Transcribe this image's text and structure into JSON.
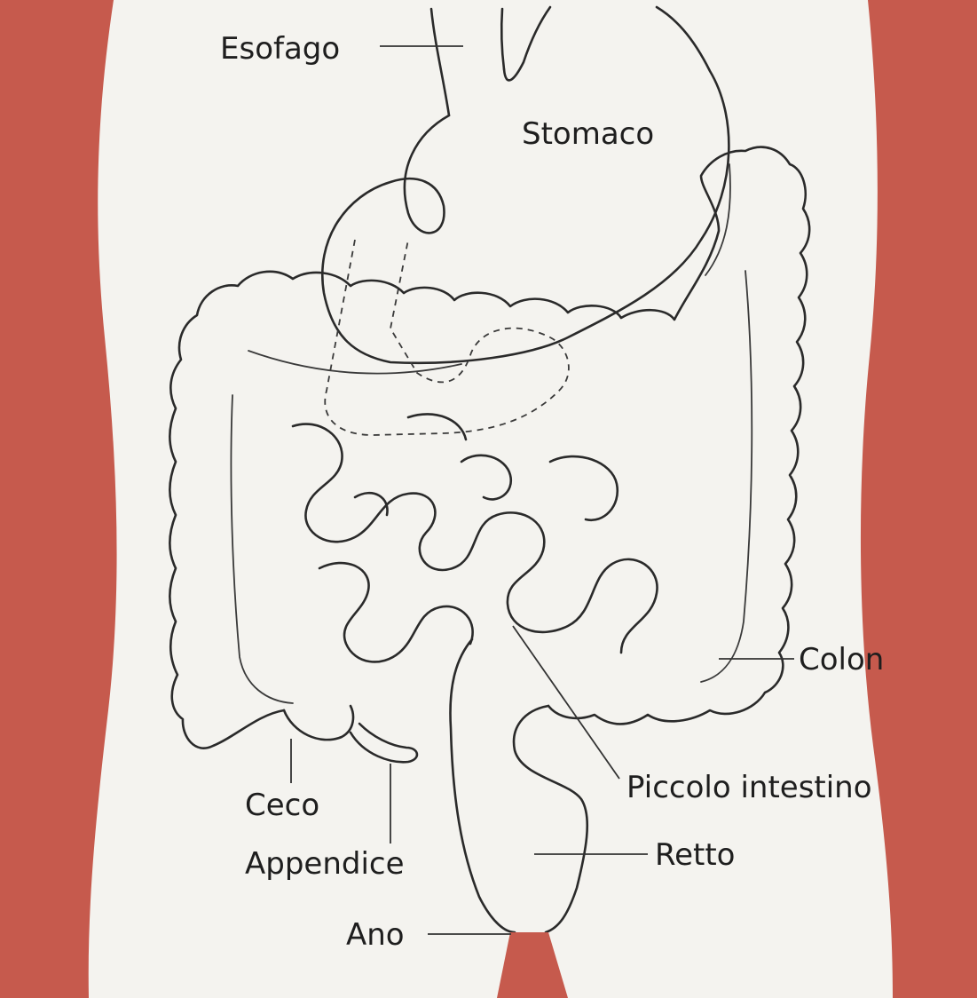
{
  "colors": {
    "background": "#f4f3ef",
    "body_wall": "#c65a4d",
    "outline": "#2a2a2a"
  },
  "labels": {
    "esofago": "Esofago",
    "stomaco": "Stomaco",
    "colon": "Colon",
    "piccolo_intestino": "Piccolo intestino",
    "ceco": "Ceco",
    "appendice": "Appendice",
    "retto": "Retto",
    "ano": "Ano"
  }
}
